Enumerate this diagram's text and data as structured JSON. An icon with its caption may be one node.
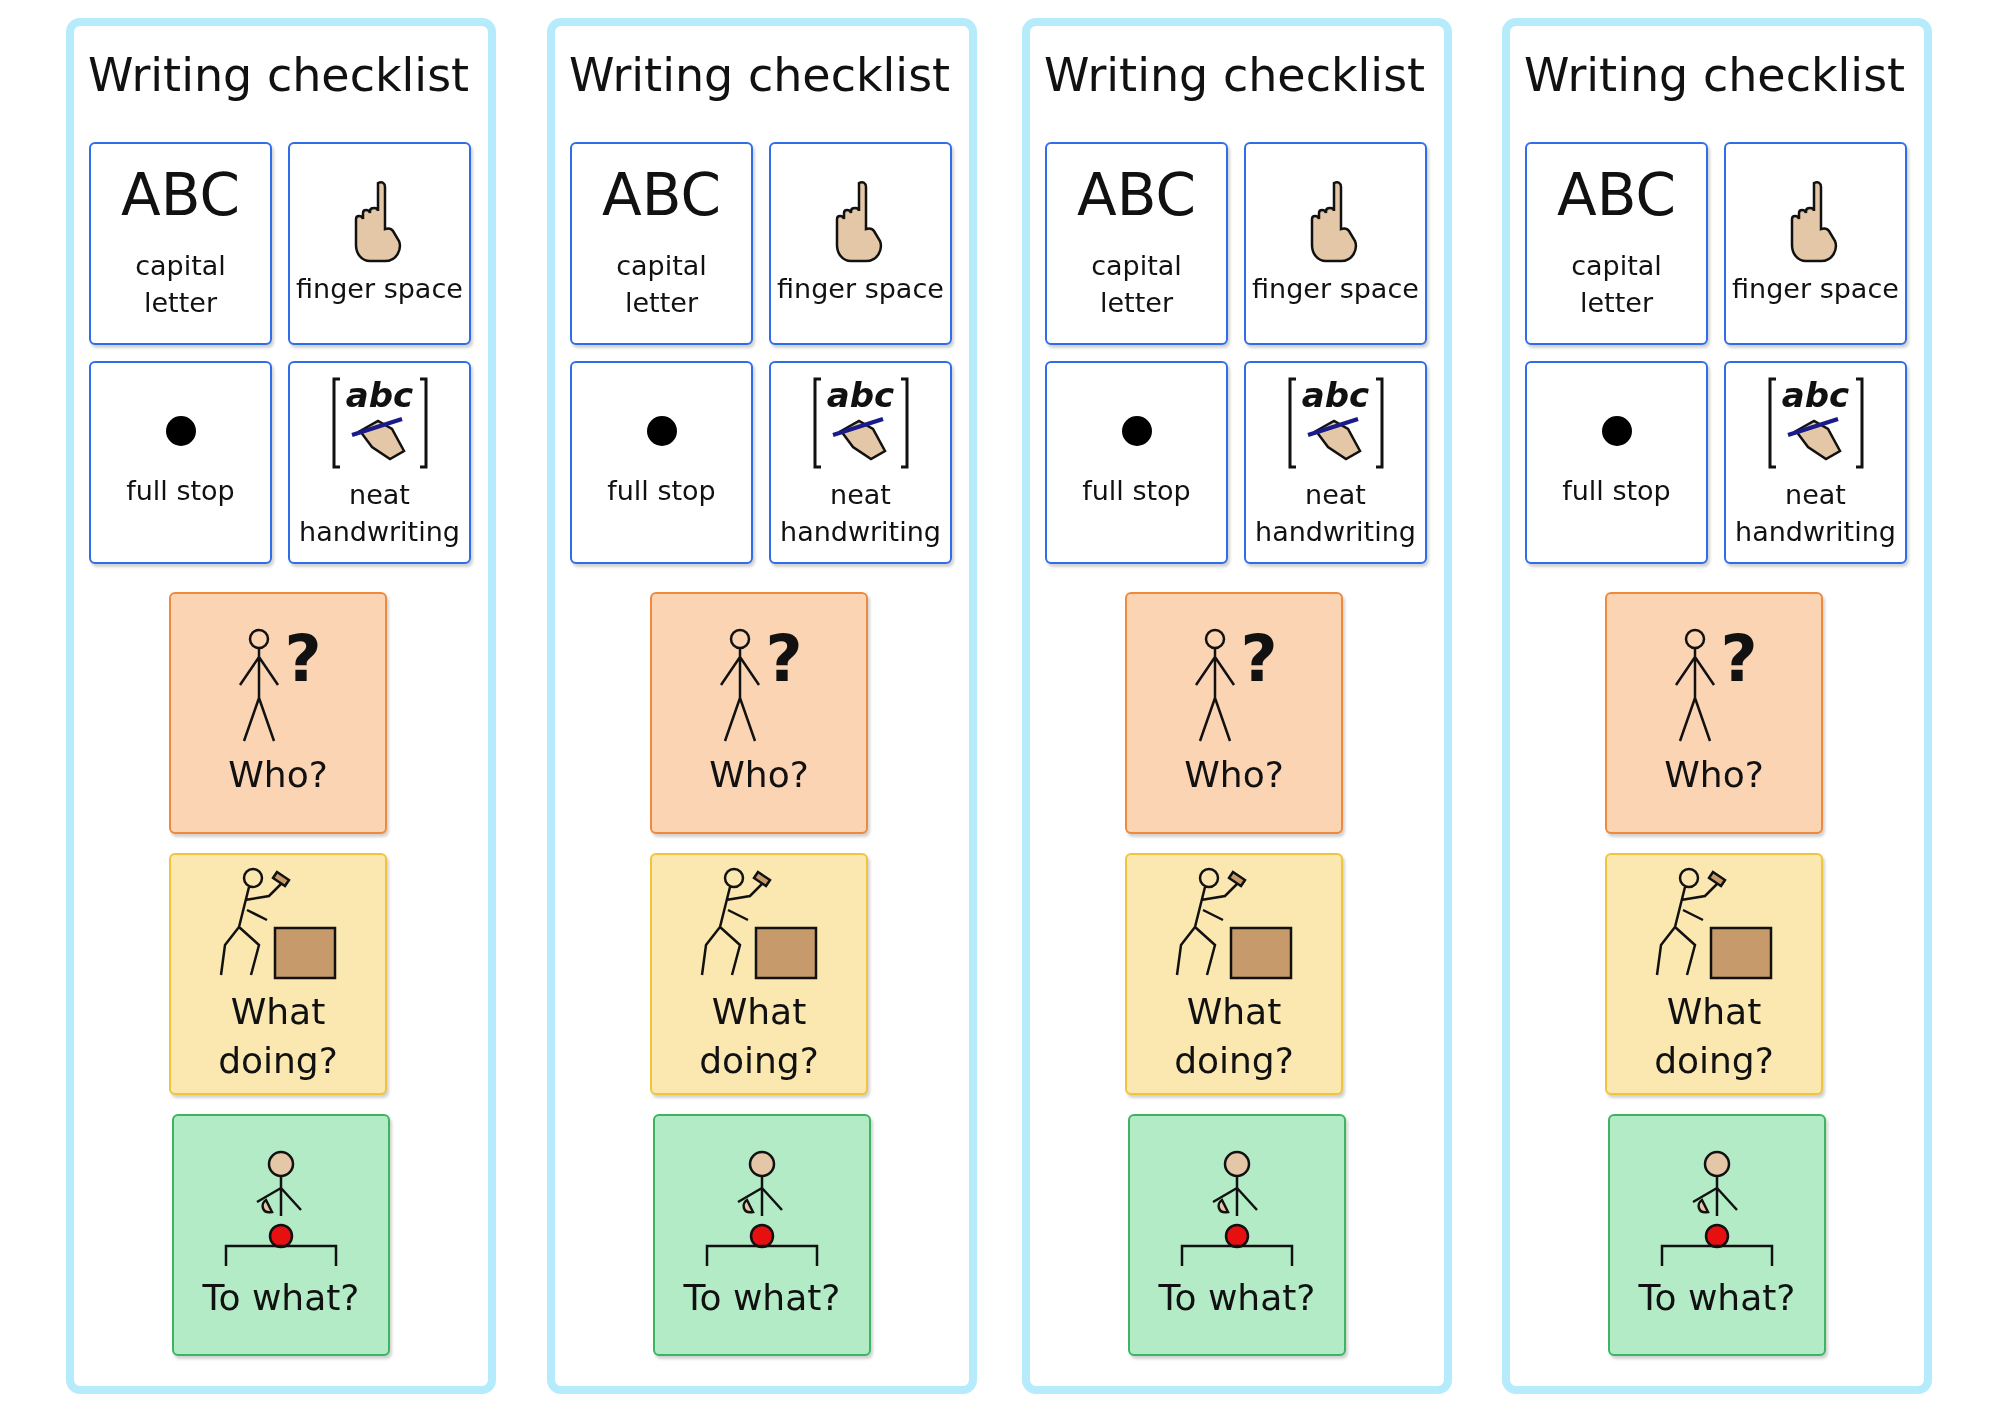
{
  "diagram": {
    "nodes": [
      {
        "text": [
          "Writing checklist"
        ]
      },
      {
        "text": [
          "ABC",
          "capital letter"
        ],
        "in": 0
      },
      {
        "text": [
          "finger space"
        ],
        "in": 0
      },
      {
        "text": [
          "full stop"
        ],
        "in": 0
      },
      {
        "text": [
          "abc",
          "neat handwriting"
        ],
        "in": 0
      },
      {
        "text": [
          "?",
          "Who?"
        ],
        "in": 0
      },
      {
        "text": [
          "What doing?"
        ],
        "in": 0
      },
      {
        "text": [
          "To what?"
        ],
        "in": 0
      },
      {
        "text": [
          "Writing checklist"
        ]
      },
      {
        "text": [
          "ABC",
          "capital letter"
        ],
        "in": 8
      },
      {
        "text": [
          "finger space"
        ],
        "in": 8
      },
      {
        "text": [
          "full stop"
        ],
        "in": 8
      },
      {
        "text": [
          "abc",
          "neat handwriting"
        ],
        "in": 8
      },
      {
        "text": [
          "?",
          "Who?"
        ],
        "in": 8
      },
      {
        "text": [
          "What doing?"
        ],
        "in": 8
      },
      {
        "text": [
          "To what?"
        ],
        "in": 8
      },
      {
        "text": [
          "Writing checklist"
        ]
      },
      {
        "text": [
          "ABC",
          "capital letter"
        ],
        "in": 16
      },
      {
        "text": [
          "finger space"
        ],
        "in": 16
      },
      {
        "text": [
          "full stop"
        ],
        "in": 16
      },
      {
        "text": [
          "abc",
          "neat handwriting"
        ],
        "in": 16
      },
      {
        "text": [
          "?",
          "Who?"
        ],
        "in": 16
      },
      {
        "text": [
          "What doing?"
        ],
        "in": 16
      },
      {
        "text": [
          "To what?"
        ],
        "in": 16
      },
      {
        "text": [
          "Writing checklist"
        ]
      },
      {
        "text": [
          "ABC",
          "capital letter"
        ],
        "in": 24
      },
      {
        "text": [
          "finger space"
        ],
        "in": 24
      },
      {
        "text": [
          "full stop"
        ],
        "in": 24
      },
      {
        "text": [
          "abc",
          "neat handwriting"
        ],
        "in": 24
      },
      {
        "text": [
          "?",
          "Who?"
        ],
        "in": 24
      },
      {
        "text": [
          "What doing?"
        ],
        "in": 24
      },
      {
        "text": [
          "To what?"
        ],
        "in": 24
      }
    ]
  }
}
